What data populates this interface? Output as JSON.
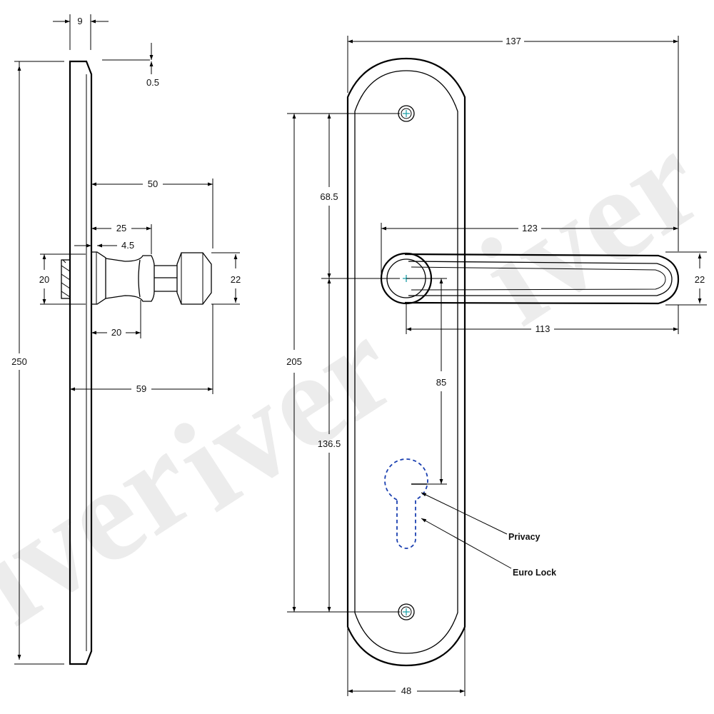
{
  "watermark": {
    "text": "iver"
  },
  "dimensions": {
    "side_depth": "9",
    "side_step": "0.5",
    "side_height": "250",
    "lever_projection": "50",
    "rose_projection": "25",
    "rose_step": "4.5",
    "rose_diameter": "20",
    "grip_diameter": "22",
    "neck_length": "20",
    "total_projection": "59",
    "plate_width": "137",
    "screw_to_spindle": "68.5",
    "fixing_centres": "205",
    "spindle_to_screw": "136.5",
    "lever_length": "123",
    "lever_reach": "113",
    "lever_grip": "22",
    "backset_centres": "85",
    "plate_base_width": "48"
  },
  "labels": {
    "privacy": "Privacy",
    "euro_lock": "Euro Lock"
  },
  "colors": {
    "line": "#000000",
    "watermark": "#ececec",
    "cutout": "#1a3fb0",
    "spindle_mark": "#1a9fa8"
  }
}
